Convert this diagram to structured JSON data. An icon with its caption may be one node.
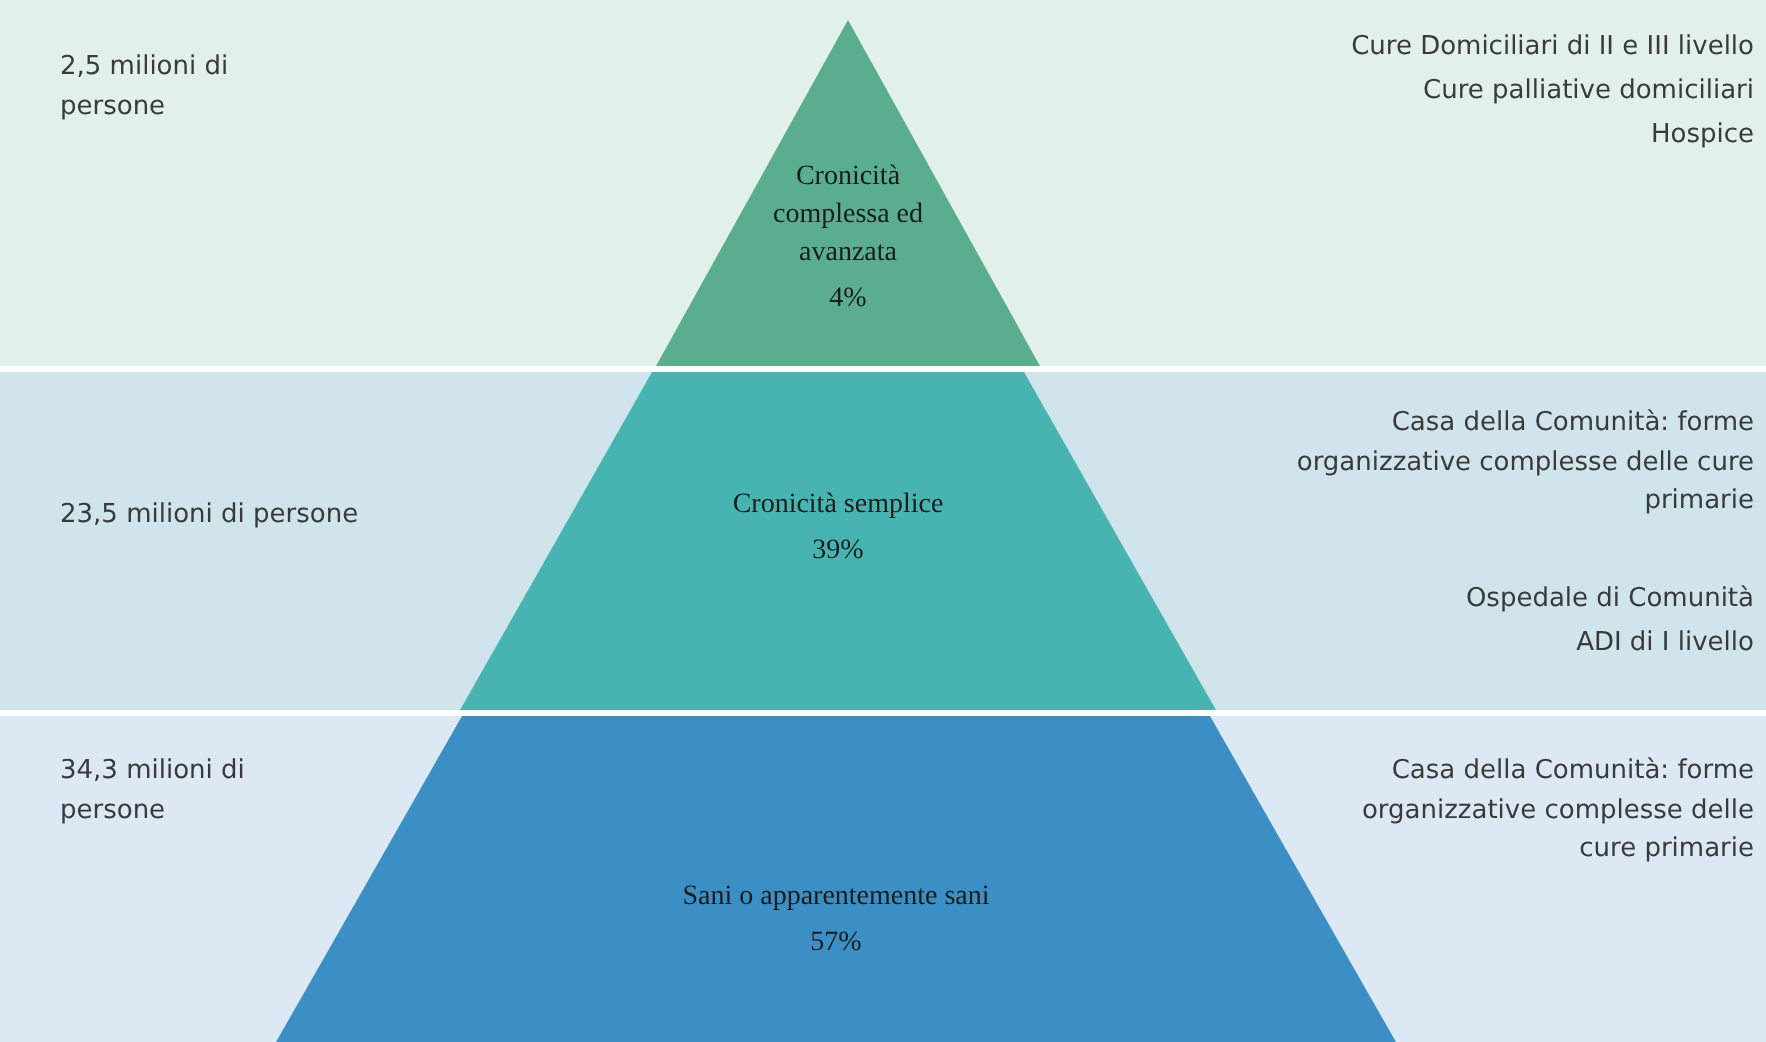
{
  "diagram": {
    "nodes": [
      {
        "text": [
          "2,5 milioni di persone",
          "Cure Domiciliari di II e III livello",
          "Cure palliative domiciliari",
          "Hospice"
        ]
      },
      {
        "text": [
          "Cronicità complessa ed avanzata",
          "4%"
        ],
        "in": 0
      },
      {
        "text": [
          "23,5 milioni di persone",
          "Casa della Comunità: forme organizzative complesse delle cure primarie",
          "Ospedale di Comunità",
          "ADI di I livello"
        ]
      },
      {
        "text": [
          "Cronicità semplice",
          "39%"
        ],
        "in": 2
      },
      {
        "text": [
          "34,3 milioni di persone",
          "Casa della Comunità: forme organizzative complesse delle cure primarie"
        ]
      },
      {
        "text": [
          "Sani o apparentemente sani",
          "57%"
        ],
        "in": 4
      }
    ]
  }
}
